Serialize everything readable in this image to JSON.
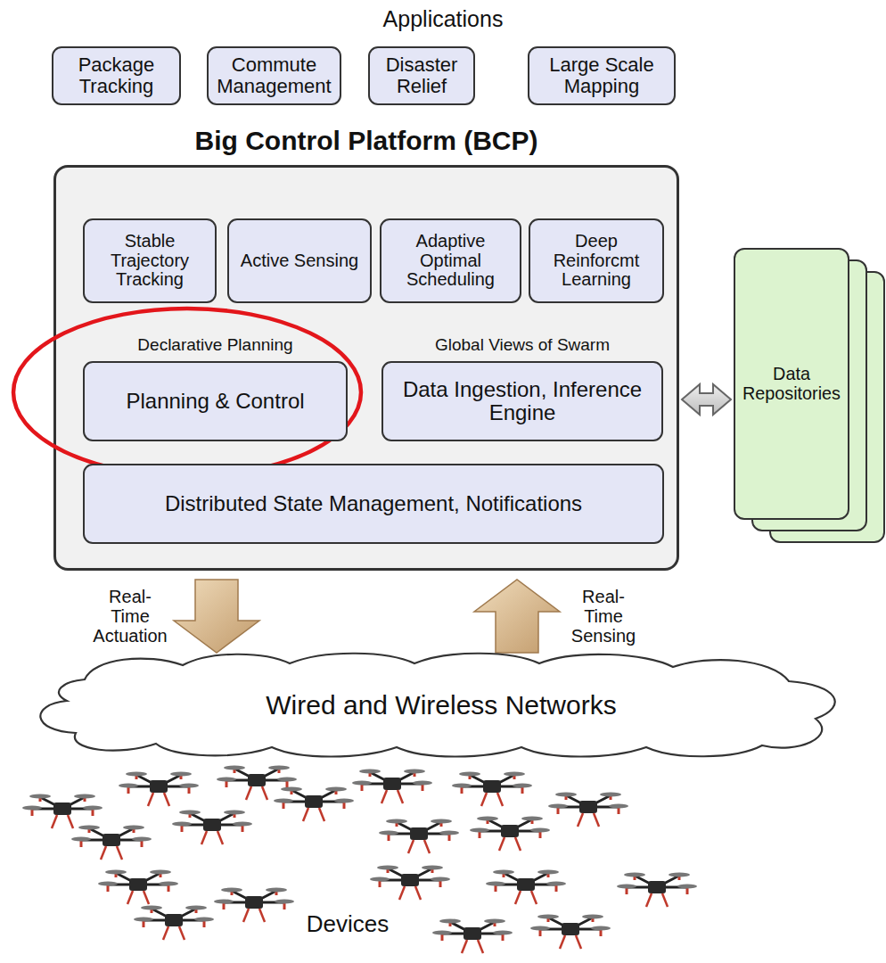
{
  "diagram": {
    "title": "Applications",
    "nodes": [
      {
        "text": [
          "Package Tracking"
        ]
      },
      {
        "text": [
          "Commute Management"
        ]
      },
      {
        "text": [
          "Disaster Relief"
        ]
      },
      {
        "text": [
          "Large Scale Mapping"
        ]
      },
      {
        "text": [
          "Big Control Platform (BCP)"
        ]
      },
      {
        "text": [
          "Stable Trajectory Tracking"
        ],
        "in": 4
      },
      {
        "text": [
          "Active Sensing"
        ],
        "in": 4
      },
      {
        "text": [
          "Adaptive Optimal Scheduling"
        ],
        "in": 4
      },
      {
        "text": [
          "Deep Reinforcmt Learning"
        ],
        "in": 4
      },
      {
        "text": [
          "Declarative Planning",
          "Planning & Control"
        ],
        "in": 4
      },
      {
        "text": [
          "Global Views of Swarm",
          "Data Ingestion, Inference Engine"
        ],
        "in": 4
      },
      {
        "text": [
          "Distributed State Management, Notifications"
        ],
        "in": 4
      },
      {
        "text": [
          "Data Repositories"
        ]
      },
      {
        "text": [
          "Wired and Wireless Networks"
        ]
      }
    ],
    "edges": [
      {
        "from": 4,
        "to": 12,
        "arrow": "both"
      },
      {
        "from": 4,
        "to": 13,
        "label": "Real-Time Actuation",
        "arrow": "to"
      },
      {
        "from": 13,
        "to": 4,
        "label": "Real-Time Sensing",
        "arrow": "to"
      }
    ],
    "labels": [
      "Devices"
    ]
  }
}
